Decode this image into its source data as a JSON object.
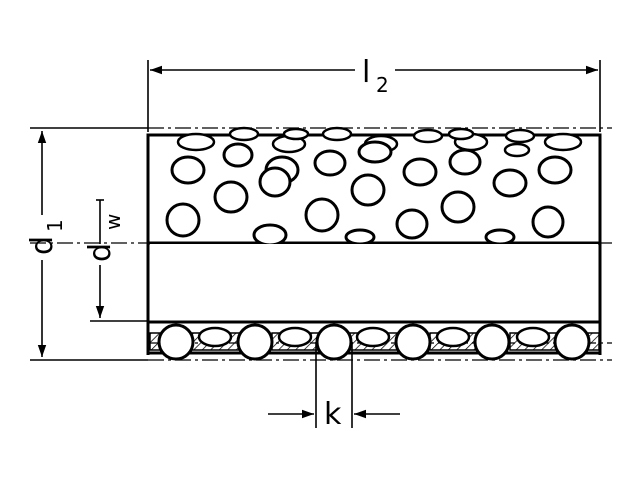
{
  "labels": {
    "l2_main": "l",
    "l2_sub": "2",
    "d1_main": "d",
    "d1_sub": "1",
    "dw_main": "d",
    "dw_sub": "w",
    "k": "k"
  }
}
